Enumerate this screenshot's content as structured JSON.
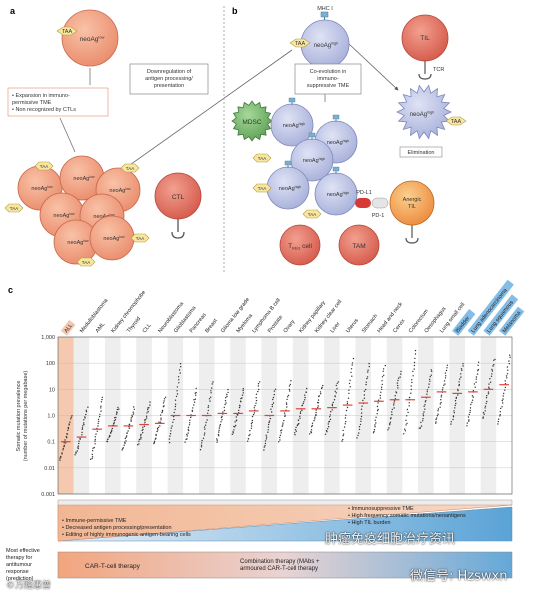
{
  "figure": {
    "panel_a": {
      "letter": "a",
      "top_cell": {
        "antigen": "neoAg",
        "antigen_sup": "low"
      },
      "taa": "TAA",
      "note_lines": [
        "• Expansion in immuno-",
        "  permissive TME",
        "• Non recognized by CTLs"
      ],
      "cluster_cell": {
        "antigen": "neoAg",
        "antigen_sup": "low"
      },
      "ctl": "CTL",
      "callout_lines": [
        "Downregulation of",
        "antigen processing/",
        "presentation"
      ]
    },
    "panel_b": {
      "letter": "b",
      "mhc": "MHC I",
      "top_cell": {
        "antigen": "neoAg",
        "antigen_sup": "high"
      },
      "taa": "TAA",
      "til": "TIL",
      "tcr": "TCR",
      "elim_cell": {
        "antigen": "neoAg",
        "antigen_sup": "high"
      },
      "elimination": "Elimination",
      "coevo_lines": [
        "Co-evolution in",
        "immuno-",
        "suppressive TME"
      ],
      "mdsc": "MDSC",
      "cluster_cell": {
        "antigen": "neoAg",
        "antigen_sup": "high"
      },
      "pdl1": "PD-L1",
      "pd1": "PD-1",
      "anergic_lines": [
        "Anergic",
        "TIL"
      ],
      "treg": {
        "main": "T",
        "sub": "REG",
        "suffix": " cell"
      },
      "tam": "TAM"
    },
    "panel_c": {
      "letter": "c",
      "ylabel_lines": [
        "Somatic mutation prevalence",
        "(number of mutations per megabase)"
      ],
      "low_text_lines": [
        "• Immune-permissive TME",
        "• Decreased antigen processing/presentation",
        "• Editing of highly immunogenic antigen-bearing cells"
      ],
      "high_text_lines": [
        "• Immunosuppressive TME",
        "• High frequency somatic mutations/neoantigens",
        "• High TIL burden"
      ],
      "therapy_label_lines": [
        "Most effective",
        "therapy for",
        "antitumour",
        "response",
        "(prediction)"
      ],
      "therapy_left": "CAR-T-cell therapy",
      "therapy_right_lines": [
        "Combination therapy (MAbs +",
        "armoured CAR-T-cell therapy"
      ]
    }
  },
  "watermark": {
    "line1": "肿瘤免疫细胞治疗资讯",
    "line2": "微信号: Hzswxn",
    "corner": "©万隆惠普"
  },
  "chart_data": {
    "type": "scatter",
    "title": "",
    "xlabel": "",
    "ylabel": "Somatic mutation prevalence (number of mutations per megabase)",
    "y_scale": "log",
    "ylim": [
      0.001,
      1000
    ],
    "yticks": [
      "1,000",
      "100",
      "10",
      "1.0",
      "0.1",
      "0.01",
      "0.001"
    ],
    "ytick_values": [
      1000,
      100,
      10,
      1,
      0.1,
      0.01,
      0.001
    ],
    "grid": true,
    "highlighted_band_label": "ALL",
    "categories": [
      "ALL",
      "Medulloblastoma",
      "AML",
      "Kidney chromophobe",
      "Thyroid",
      "CLL",
      "Neuroblastoma",
      "Glioblastoma",
      "Pancreas",
      "Breast",
      "Glioma low grade",
      "Myeloma",
      "Lymphoma B cell",
      "Prostate",
      "Ovary",
      "Kidney papillary",
      "Kidney clear cell",
      "Liver",
      "Uterus",
      "Stomach",
      "Head and neck",
      "Cervix",
      "Colorectum",
      "Oesophagus",
      "Lung small cell",
      "Bladder",
      "Lung adenocarcinoma",
      "Lung squamous",
      "Melanoma"
    ],
    "median": [
      0.1,
      0.15,
      0.3,
      0.4,
      0.4,
      0.45,
      0.5,
      1.0,
      1.0,
      1.0,
      1.2,
      1.2,
      1.5,
      1.0,
      1.5,
      1.8,
      1.8,
      2.0,
      2.5,
      3.0,
      3.5,
      4.0,
      4.0,
      5.0,
      8.0,
      7.0,
      8.0,
      10.0,
      15.0
    ],
    "low": [
      0.02,
      0.03,
      0.02,
      0.1,
      0.05,
      0.08,
      0.08,
      0.1,
      0.1,
      0.05,
      0.1,
      0.2,
      0.1,
      0.05,
      0.1,
      0.2,
      0.2,
      0.2,
      0.1,
      0.15,
      0.2,
      0.3,
      0.2,
      0.3,
      0.5,
      0.5,
      0.4,
      0.8,
      0.5
    ],
    "high": [
      1.0,
      2.0,
      5.0,
      2.0,
      2.0,
      3.0,
      5.0,
      100.0,
      10.0,
      20.0,
      10.0,
      10.0,
      20.0,
      10.0,
      20.0,
      10.0,
      15.0,
      20.0,
      150.0,
      100.0,
      80.0,
      50.0,
      300.0,
      60.0,
      80.0,
      100.0,
      100.0,
      150.0,
      200.0
    ],
    "colors": {
      "median": "#e0433a",
      "points": "#333333",
      "band_a": "#ffffff",
      "band_b": "#eeeeee",
      "all_band": "#f4c9b0"
    }
  }
}
